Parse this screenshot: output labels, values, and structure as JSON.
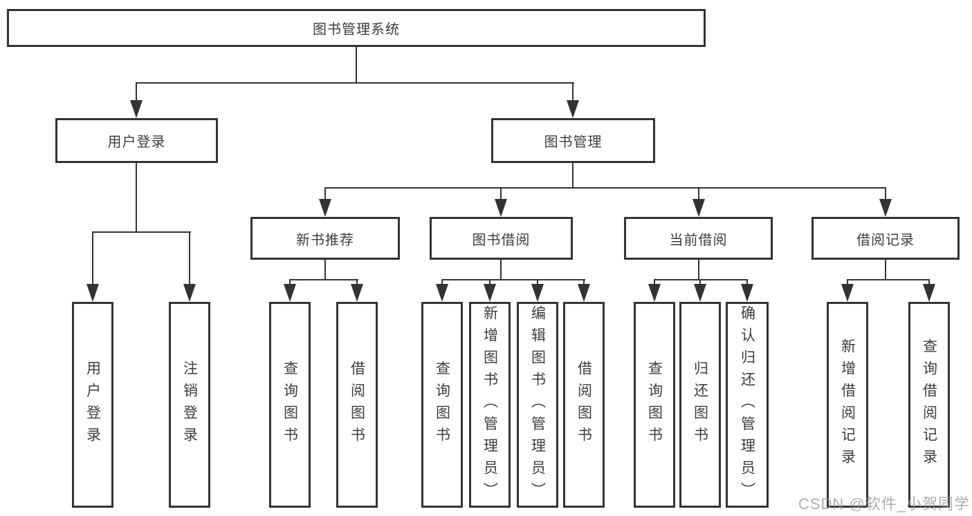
{
  "tree": {
    "label": "图书管理系统",
    "children": [
      {
        "label": "用户登录",
        "children": [
          {
            "label": "用户登录"
          },
          {
            "label": "注销登录"
          }
        ]
      },
      {
        "label": "图书管理",
        "children": [
          {
            "label": "新书推荐",
            "children": [
              {
                "label": "查询图书"
              },
              {
                "label": "借阅图书"
              }
            ]
          },
          {
            "label": "图书借阅",
            "children": [
              {
                "label": "查询图书"
              },
              {
                "label": "新增图书（管理员）"
              },
              {
                "label": "编辑图书（管理员）"
              },
              {
                "label": "借阅图书"
              }
            ]
          },
          {
            "label": "当前借阅",
            "children": [
              {
                "label": "查询图书"
              },
              {
                "label": "归还图书"
              },
              {
                "label": "确认归还（管理员）"
              }
            ]
          },
          {
            "label": "借阅记录",
            "children": [
              {
                "label": "新增借阅记录"
              },
              {
                "label": "查询借阅记录"
              }
            ]
          }
        ]
      }
    ]
  },
  "watermark": {
    "text": "CSDN @软件_小贺同学"
  },
  "colors": {
    "line": "#333333",
    "box_border": "#333333",
    "text": "#3d3d3d",
    "background": "#ffffff",
    "watermark": "#969696"
  }
}
